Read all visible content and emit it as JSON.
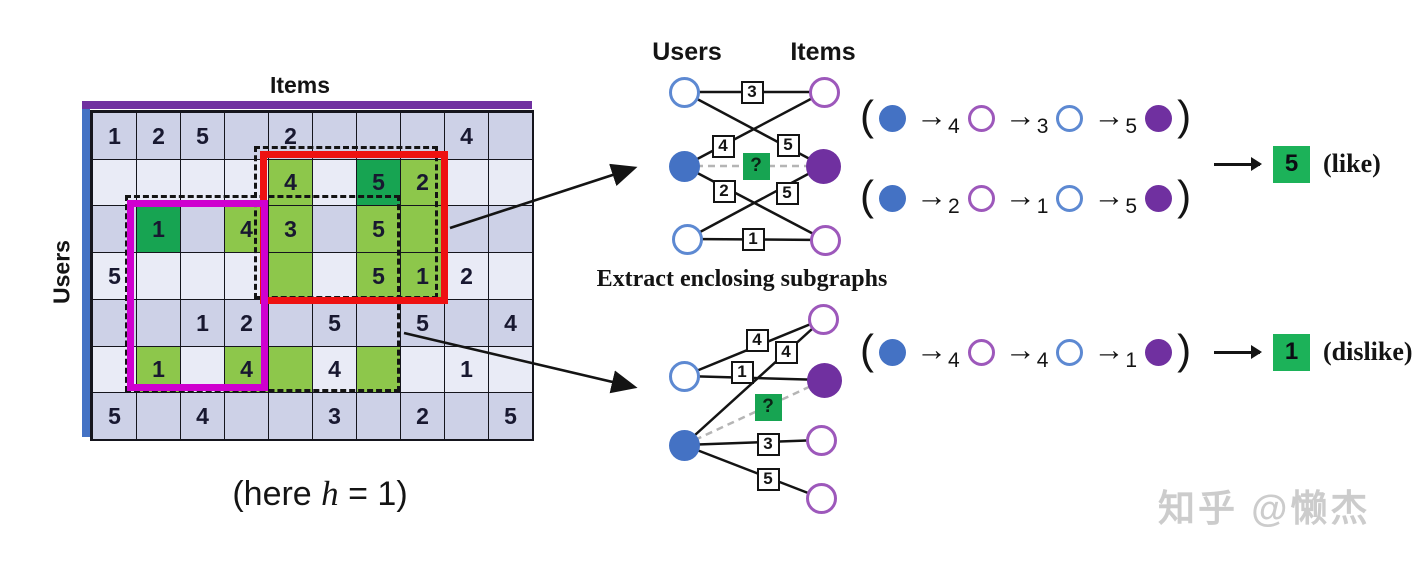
{
  "colors": {
    "row_odd": "#cdd1e7",
    "row_even": "#e9ebf6",
    "green_light": "#8dc74b",
    "green_dark": "#17a452",
    "green_pred": "#1cb259",
    "red_box": "#ee1111",
    "magenta_box": "#cf00cf",
    "items_bar": "#7030a0",
    "users_bar": "#4472c4",
    "node_blue": "#4472c4",
    "node_purple": "#7030a0",
    "node_blue_stroke": "#5d89d2",
    "node_purple_stroke": "#9d58bb",
    "edge_gray": "#b5b5b5",
    "line": "#141414",
    "cell_text": "#181830",
    "watermark_gray": "#cccccc"
  },
  "matrix": {
    "items_label": "Items",
    "users_label": "Users",
    "cells": [
      [
        "1",
        "2",
        "5",
        "",
        "2",
        "",
        "",
        "",
        "4",
        ""
      ],
      [
        "",
        "",
        "",
        "",
        "4",
        "",
        "5",
        "2",
        "",
        ""
      ],
      [
        "",
        "1",
        "",
        "4",
        "3",
        "",
        "5",
        "",
        "",
        ""
      ],
      [
        "5",
        "",
        "",
        "",
        "",
        "",
        "5",
        "1",
        "2",
        ""
      ],
      [
        "",
        "",
        "1",
        "2",
        "",
        "5",
        "",
        "5",
        "",
        "4"
      ],
      [
        "",
        "1",
        "",
        "4",
        "",
        "4",
        "",
        "",
        "1",
        ""
      ],
      [
        "5",
        "",
        "4",
        "",
        "",
        "3",
        "",
        "2",
        "",
        "5"
      ]
    ],
    "highlight": [
      "..........",
      "....g.Dg..",
      ".D.gg.gg..",
      "....g.gg..",
      "..........",
      ".g.gg.g...",
      ".........."
    ]
  },
  "caption": {
    "pre": "(here ",
    "var": "h",
    "post": " = 1)"
  },
  "subgraphs": {
    "extract_label": "Extract enclosing subgraphs",
    "top": {
      "users_label": "Users",
      "items_label": "Items",
      "nodes": [
        {
          "id": "u1",
          "side": "user",
          "fill": "open"
        },
        {
          "id": "u2",
          "side": "user",
          "fill": "filled"
        },
        {
          "id": "u3",
          "side": "user",
          "fill": "open"
        },
        {
          "id": "i1",
          "side": "item",
          "fill": "open"
        },
        {
          "id": "i2",
          "side": "item",
          "fill": "filled"
        },
        {
          "id": "i3",
          "side": "item",
          "fill": "open"
        }
      ],
      "edges": [
        {
          "from": "u1",
          "to": "i1",
          "label": "3",
          "type": "rating"
        },
        {
          "from": "u1",
          "to": "i2",
          "label": "5",
          "type": "rating"
        },
        {
          "from": "u2",
          "to": "i1",
          "label": "4",
          "type": "rating"
        },
        {
          "from": "u2",
          "to": "i3",
          "label": "2",
          "type": "rating"
        },
        {
          "from": "u3",
          "to": "i2",
          "label": "5",
          "type": "rating"
        },
        {
          "from": "u3",
          "to": "i3",
          "label": "1",
          "type": "rating"
        },
        {
          "from": "u2",
          "to": "i2",
          "label": "?",
          "type": "target"
        }
      ]
    },
    "bottom": {
      "nodes": [
        {
          "id": "u1",
          "side": "user",
          "fill": "open"
        },
        {
          "id": "u2",
          "side": "user",
          "fill": "filled"
        },
        {
          "id": "i1",
          "side": "item",
          "fill": "open"
        },
        {
          "id": "i2",
          "side": "item",
          "fill": "filled"
        },
        {
          "id": "i3",
          "side": "item",
          "fill": "open"
        },
        {
          "id": "i4",
          "side": "item",
          "fill": "open"
        }
      ],
      "edges": [
        {
          "from": "u1",
          "to": "i1",
          "label": "4",
          "type": "rating"
        },
        {
          "from": "u2",
          "to": "i1",
          "label": "4",
          "type": "rating"
        },
        {
          "from": "u1",
          "to": "i2",
          "label": "1",
          "type": "rating"
        },
        {
          "from": "u2",
          "to": "i2",
          "label": "?",
          "type": "target"
        },
        {
          "from": "u2",
          "to": "i3",
          "label": "3",
          "type": "rating"
        },
        {
          "from": "u2",
          "to": "i4",
          "label": "5",
          "type": "rating"
        }
      ]
    }
  },
  "paths": [
    {
      "nodes": [
        "blue-filled",
        "purple-open",
        "blue-open",
        "purple-filled"
      ],
      "ratings": [
        "4",
        "3",
        "5"
      ]
    },
    {
      "nodes": [
        "blue-filled",
        "purple-open",
        "blue-open",
        "purple-filled"
      ],
      "ratings": [
        "2",
        "1",
        "5"
      ]
    },
    {
      "nodes": [
        "blue-filled",
        "purple-open",
        "blue-open",
        "purple-filled"
      ],
      "ratings": [
        "4",
        "4",
        "1"
      ]
    }
  ],
  "predictions": [
    {
      "value": "5",
      "label": "(like)"
    },
    {
      "value": "1",
      "label": "(dislike)"
    }
  ],
  "watermark": "知乎 @懒杰"
}
